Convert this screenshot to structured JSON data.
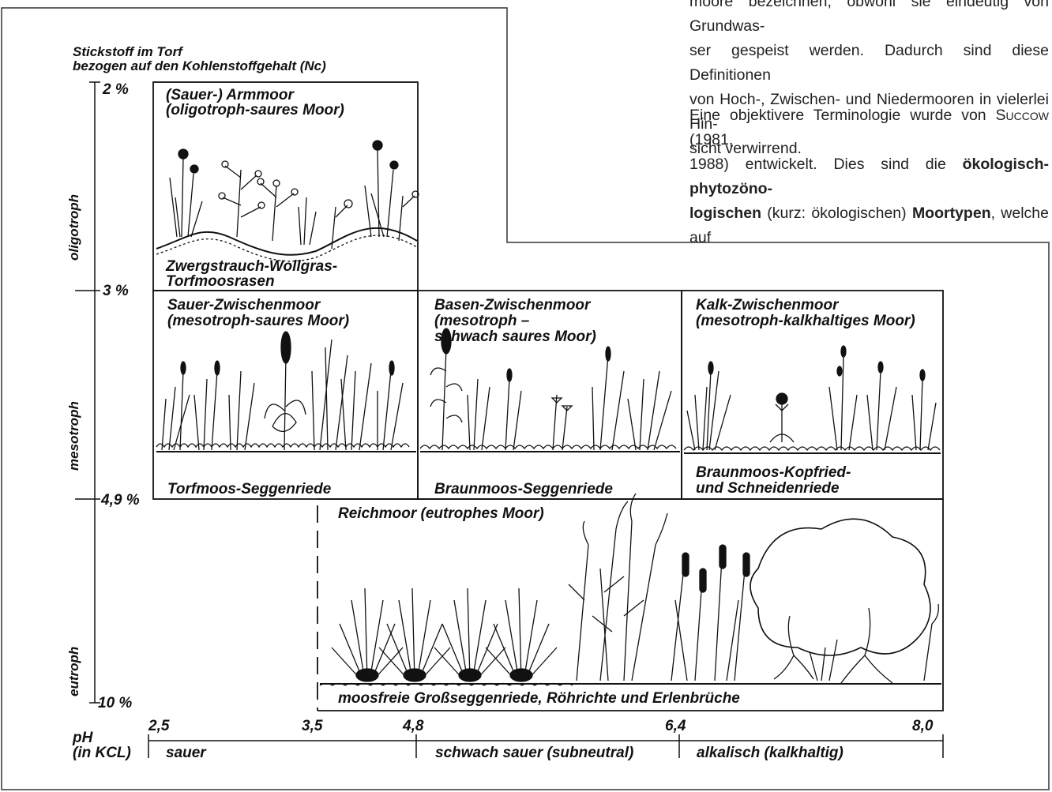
{
  "prose": {
    "para1_lines": [
      "moore bezeichnen, obwohl sie eindeutig von Grundwas-",
      "ser gespeist werden. Dadurch sind diese Definitionen",
      "von Hoch-, Zwischen- und Niedermooren in vielerlei Hin-",
      "sicht verwirrend."
    ],
    "para2_line1_a": "Eine objektivere Terminologie wurde von ",
    "para2_line1_author": "Succow",
    "para2_line1_b": " (1981,",
    "para2_line2_a": "1988) entwickelt. Dies sind die ",
    "para2_line2_bold": "ökologisch-phytozöno-",
    "para2_line3_bold1": "logischen",
    "para2_line3_a": " (kurz: ökologischen) ",
    "para2_line3_bold2": "Moortypen",
    "para2_line3_b": ", welche auf"
  },
  "diagram": {
    "y_title_line1": "Stickstoff im Torf",
    "y_title_line2": "bezogen auf den Kohlenstoffgehalt (Nc)",
    "y_ticks": [
      "2 %",
      "3 %",
      "4,9 %",
      "10 %"
    ],
    "trophic_levels": [
      "oligotroph",
      "mesotroph",
      "eutroph"
    ],
    "x_title_line1": "pH",
    "x_title_line2": "(in KCL)",
    "x_ticks": [
      "2,5",
      "3,5",
      "4,8",
      "6,4",
      "8,0"
    ],
    "ph_zones": [
      "sauer",
      "schwach sauer (subneutral)",
      "alkalisch (kalkhaltig)"
    ],
    "boxes": {
      "armmoor": {
        "title_line1": "(Sauer-) Armmoor",
        "title_line2": "(oligotroph-saures Moor)",
        "vegetation_line1": "Zwergstrauch-Wollgras-",
        "vegetation_line2": "Torfmoosrasen"
      },
      "sauer_zwischenmoor": {
        "title_line1": "Sauer-Zwischenmoor",
        "title_line2": "(mesotroph-saures Moor)",
        "vegetation": "Torfmoos-Seggenriede"
      },
      "basen_zwischenmoor": {
        "title_line1": "Basen-Zwischenmoor",
        "title_line2": "(mesotroph –",
        "title_line3": "schwach saures Moor)",
        "vegetation": "Braunmoos-Seggenriede"
      },
      "kalk_zwischenmoor": {
        "title_line1": "Kalk-Zwischenmoor",
        "title_line2": "(mesotroph-kalkhaltiges Moor)",
        "vegetation_line1": "Braunmoos-Kopfried-",
        "vegetation_line2": "und Schneidenriede"
      },
      "reichmoor": {
        "title": "Reichmoor (eutrophes Moor)",
        "vegetation": "moosfreie Großseggenriede, Röhrichte und Erlenbrüche"
      }
    }
  }
}
